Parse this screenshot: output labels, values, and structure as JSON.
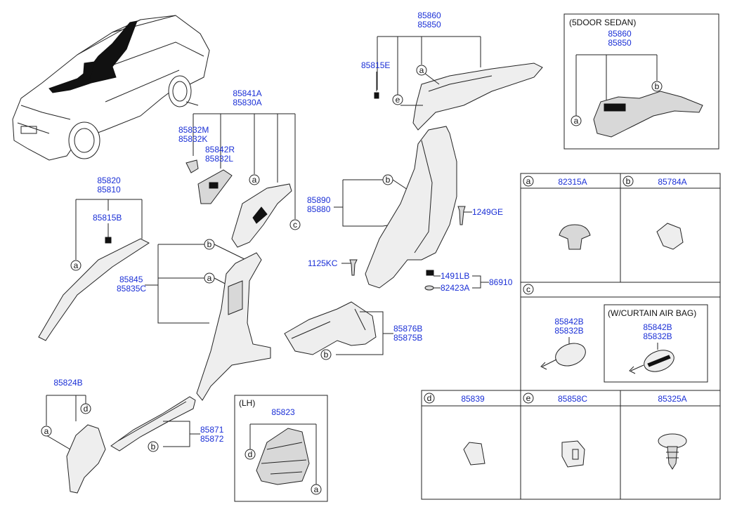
{
  "callouts": {
    "p85860": "85860",
    "p85850": "85850",
    "p85815E": "85815E",
    "p85841A": "85841A",
    "p85830A": "85830A",
    "p85832M": "85832M",
    "p85832K": "85832K",
    "p85842R": "85842R",
    "p85832L": "85832L",
    "p85820": "85820",
    "p85810": "85810",
    "p85815B": "85815B",
    "p85845": "85845",
    "p85835C": "85835C",
    "p85890": "85890",
    "p85880": "85880",
    "p1249GE": "1249GE",
    "p1125KC": "1125KC",
    "p1491LB": "1491LB",
    "p86910": "86910",
    "p82423A": "82423A",
    "p85876B": "85876B",
    "p85875B": "85875B",
    "p85824B": "85824B",
    "p85871": "85871",
    "p85872": "85872",
    "p85823": "85823"
  },
  "sedan_box": {
    "label": "(5DOOR SEDAN)",
    "p1": "85860",
    "p2": "85850"
  },
  "lh_box": {
    "label": "(LH)",
    "part": "85823"
  },
  "letters": {
    "a": "a",
    "b": "b",
    "c": "c",
    "d": "d",
    "e": "e"
  },
  "table": {
    "row1": [
      {
        "letter": "a",
        "part": "82315A"
      },
      {
        "letter": "b",
        "part": "85784A"
      }
    ],
    "row2": {
      "letter": "c",
      "left_parts": [
        "85842B",
        "85832B"
      ],
      "subbox_label": "(W/CURTAIN AIR BAG)",
      "right_parts": [
        "85842B",
        "85832B"
      ]
    },
    "row3": [
      {
        "letter": "d",
        "part": "85839"
      },
      {
        "letter": "e",
        "part": "85858C"
      },
      {
        "letter": "",
        "part": "85325A"
      }
    ]
  }
}
